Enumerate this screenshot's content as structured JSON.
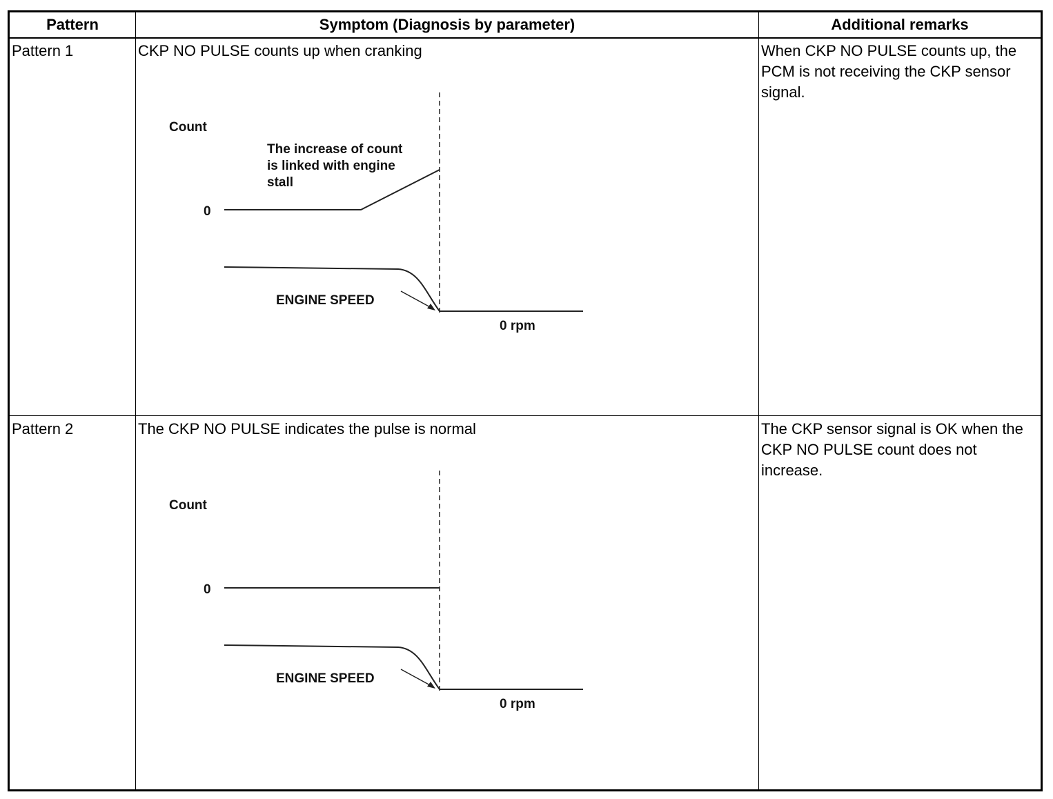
{
  "table": {
    "headers": [
      "Pattern",
      "Symptom (Diagnosis by parameter)",
      "Additional remarks"
    ],
    "rows": [
      {
        "pattern": "Pattern 1",
        "symptom": "CKP NO PULSE counts up when cranking",
        "remarks": "When CKP NO PULSE counts up, the PCM is not receiving the CKP sensor signal.",
        "diagram": {
          "count_label": "Count",
          "zero_label": "0",
          "annotation": [
            "The increase of count",
            "is linked with engine",
            "stall"
          ],
          "engine_speed_label": "ENGINE SPEED",
          "rpm_label": "0 rpm"
        }
      },
      {
        "pattern": "Pattern 2",
        "symptom": "The CKP NO PULSE indicates the pulse is normal",
        "remarks": "The CKP sensor signal is OK when the CKP NO PULSE count does not increase.",
        "diagram": {
          "count_label": "Count",
          "zero_label": "0",
          "engine_speed_label": "ENGINE SPEED",
          "rpm_label": "0 rpm"
        }
      }
    ]
  }
}
